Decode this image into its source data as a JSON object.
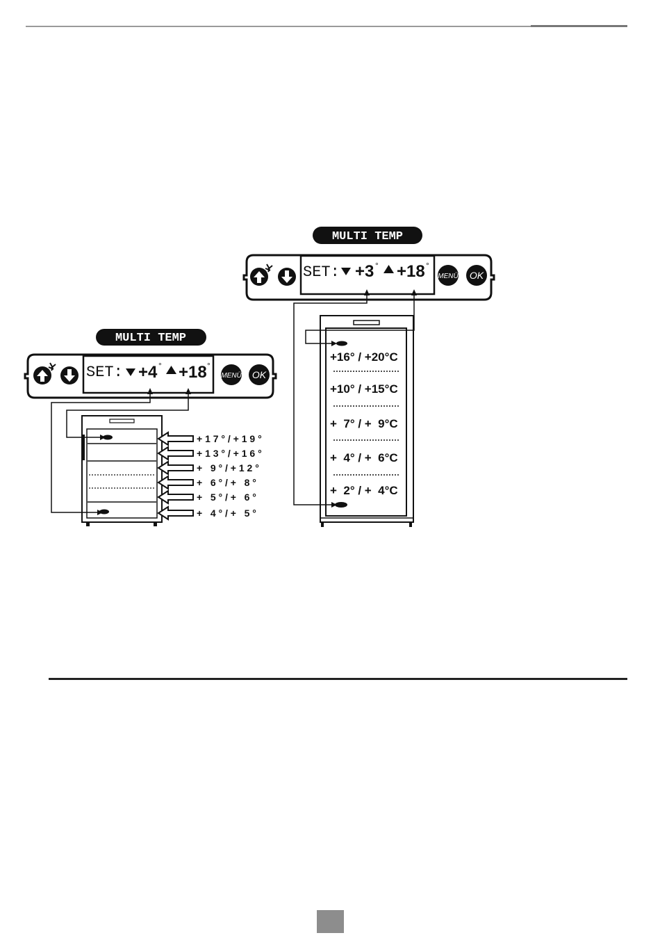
{
  "colors": {
    "ink": "#111111",
    "rule": "#9a9a9a",
    "page_box": "#8d8d8d"
  },
  "icons": [
    "arrow-up-light-icon",
    "arrow-down-icon",
    "sensor-icon"
  ],
  "panels": [
    {
      "badge": "MULTI TEMP",
      "set_prefix": "SET:",
      "low": "+3",
      "high": "+18",
      "degree": "°",
      "menu_label": "MENÜ",
      "ok_label": "OK",
      "zones": [
        "+16° / +20°C",
        "+10° / +15°C",
        "+  7° / +  9°C",
        "+  4° / +  6°C",
        "+  2° / +  4°C"
      ]
    },
    {
      "badge": "MULTI TEMP",
      "set_prefix": "SET:",
      "low": "+4",
      "high": "+18",
      "degree": "°",
      "menu_label": "MENÜ",
      "ok_label": "OK",
      "zones": [
        "+ 1 7 ° / + 1 9 °",
        "+ 1 3 ° / + 1 6 °",
        "+   9 ° / + 1 2 °",
        "+   6 ° / +   8 °",
        "+   5 ° / +   6 °",
        "+   4 ° / +   5 °"
      ]
    }
  ]
}
